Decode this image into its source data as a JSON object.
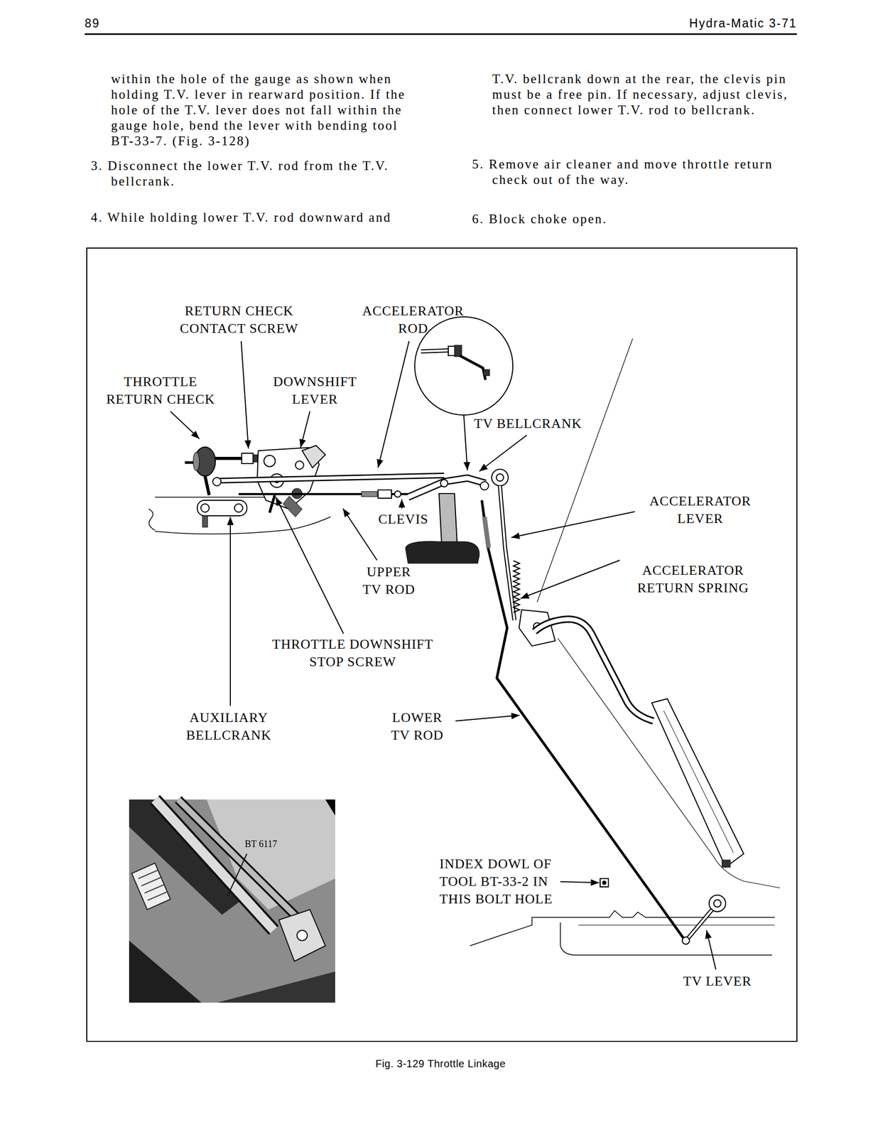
{
  "diagram": {
    "title": "Hydra-Matic 3-71",
    "caption": "Fig. 3-129 Throttle Linkage",
    "nodes": [
      {
        "text": [
          "BT 6117"
        ]
      }
    ],
    "labels": [
      "89",
      "within the hole of the gauge as shown when holding T.V. lever in rearward position. If the hole of the T.V. lever does not fall within the gauge hole, bend the lever with bending tool BT-33-7. (Fig. 3-128)",
      "3. Disconnect the lower T.V. rod from the T.V. bellcrank.",
      "4. While holding lower T.V. rod downward and",
      "T.V. bellcrank down at the rear, the clevis pin must be a free pin. If necessary, adjust clevis, then connect lower T.V. rod to bellcrank.",
      "5. Remove air cleaner and move throttle return check out of the way.",
      "6. Block choke open.",
      "RETURN CHECK CONTACT SCREW",
      "ACCELERATOR ROD",
      "THROTTLE RETURN CHECK",
      "DOWNSHIFT LEVER",
      "TV BELLCRANK",
      "ACCELERATOR LEVER",
      "CLEVIS",
      "ACCELERATOR RETURN SPRING",
      "UPPER TV ROD",
      "THROTTLE DOWNSHIFT STOP SCREW",
      "AUXILIARY BELLCRANK",
      "LOWER TV ROD",
      "INDEX DOWL OF TOOL BT-33-2 IN THIS BOLT HOLE",
      "TV LEVER"
    ]
  }
}
